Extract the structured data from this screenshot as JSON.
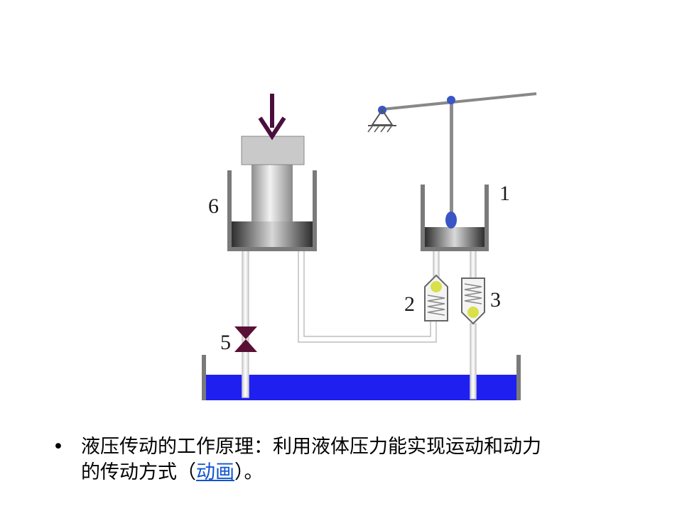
{
  "diagram": {
    "labels": {
      "n1": "1",
      "n2": "2",
      "n3": "3",
      "n5": "5",
      "n6": "6"
    },
    "colors": {
      "oil": "#1f1ff0",
      "arrow": "#4a0f3f",
      "valve": "#5a0f35",
      "ball": "#d9e04a",
      "pin": "#3a56c4"
    }
  },
  "caption": {
    "bullet": "•",
    "line1": "液压传动的工作原理：利用液体压力能实现运动和动力",
    "line2_before": "的传动方式（",
    "link": "动画",
    "line2_after": "）。"
  }
}
